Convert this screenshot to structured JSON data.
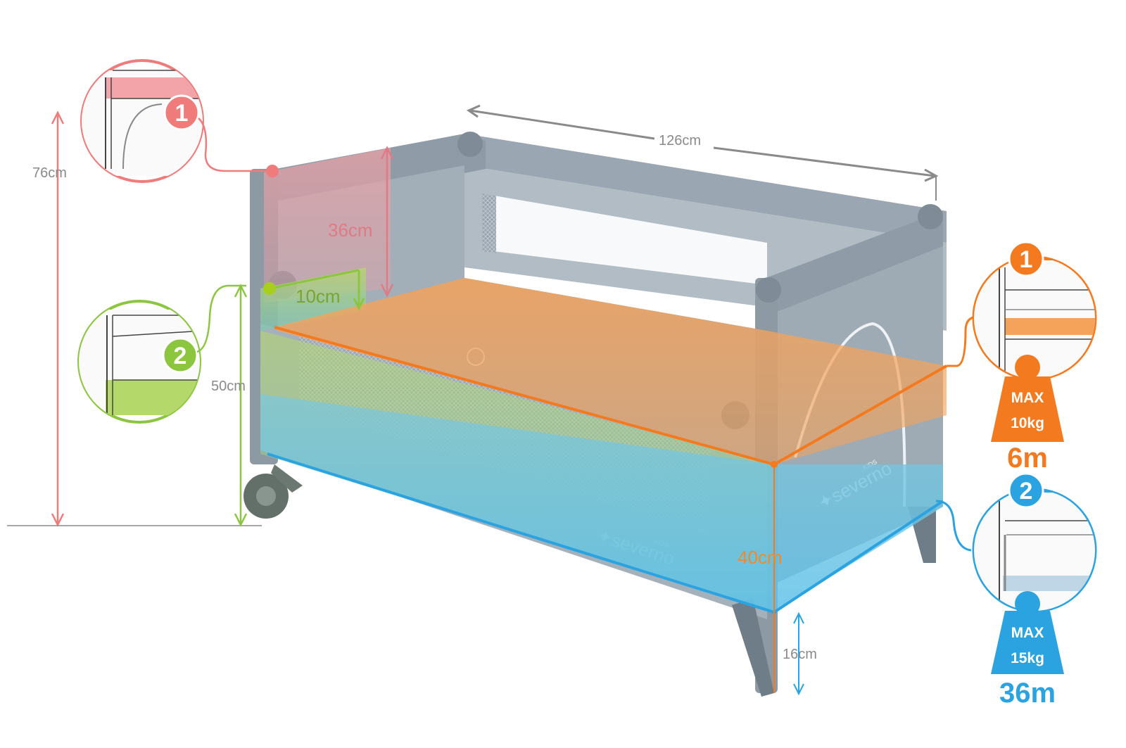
{
  "dimensions": {
    "total_height": "76cm",
    "length": "126cm",
    "side_height": "36cm",
    "lower_position_drop": "10cm",
    "mattress_height": "50cm",
    "lower_level_height": "40cm",
    "floor_clearance": "16cm"
  },
  "brand": {
    "name": "severno",
    "sub": "KIDS"
  },
  "levels": [
    {
      "number": "1",
      "max_label": "MAX",
      "max_weight": "10kg",
      "age": "6m",
      "color": "#f47a1f"
    },
    {
      "number": "2",
      "max_label": "MAX",
      "max_weight": "15kg",
      "age": "36m",
      "color": "#2aa3e0"
    }
  ],
  "inset_markers": [
    {
      "number": "1",
      "color": "#f07b7b"
    },
    {
      "number": "2",
      "color": "#8cc63f"
    }
  ],
  "colors": {
    "red": "#f07b7b",
    "green": "#8cc63f",
    "orange": "#f47a1f",
    "blue": "#2aa3e0",
    "frame": "#8e9ba6",
    "dim_line": "#8a8a8a"
  }
}
